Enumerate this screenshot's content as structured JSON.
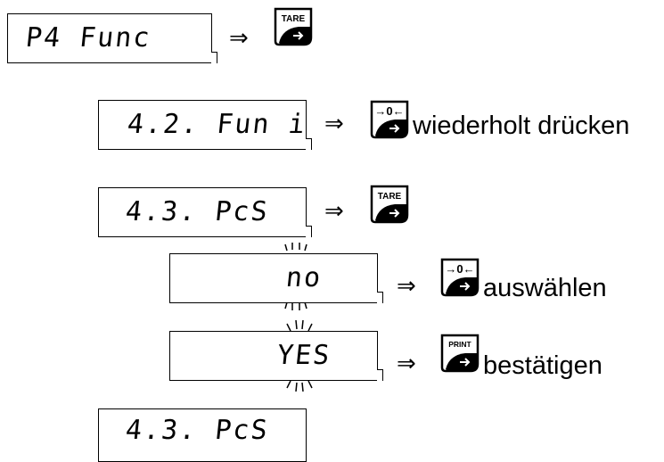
{
  "steps": [
    {
      "display": "P4 Func",
      "key": "TARE",
      "key_icon": "tare-key-icon",
      "action": ""
    },
    {
      "display": "4.2. Fun i",
      "key": "→0←",
      "key_icon": "zero-key-icon",
      "action": "wiederholt drücken"
    },
    {
      "display": "4.3. PcS",
      "key": "TARE",
      "key_icon": "tare-key-icon",
      "action": ""
    },
    {
      "display": "no",
      "key": "→0←",
      "key_icon": "zero-key-icon",
      "action": "auswählen",
      "blinking": true
    },
    {
      "display": "YES",
      "key": "PRINT",
      "key_icon": "print-key-icon",
      "action": "bestätigen",
      "blinking": true
    },
    {
      "display": "4.3. PcS",
      "key": "",
      "action": ""
    }
  ],
  "arrow_symbol": "⇒",
  "colors": {
    "key_fill": "#ffffff",
    "key_stroke": "#000000",
    "key_arrow_pad": "#000000"
  }
}
